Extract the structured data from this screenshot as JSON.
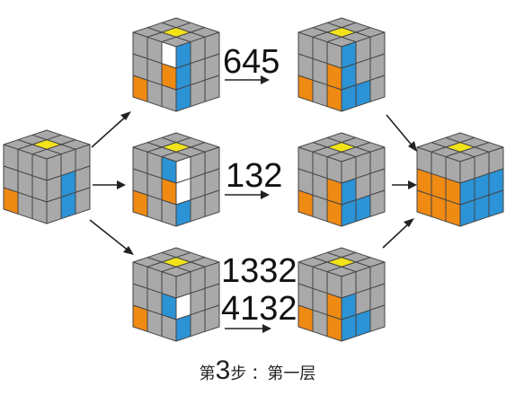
{
  "colors": {
    "gray": "#a9a9a9",
    "yellow": "#f2e21a",
    "orange": "#ef8a13",
    "blue": "#2b93d6",
    "white": "#ffffff",
    "edge": "#444444",
    "arrow": "#222222"
  },
  "cubes": [
    {
      "id": "start",
      "top": [
        "gray",
        "gray",
        "gray",
        "gray",
        "yellow",
        "gray",
        "gray",
        "gray",
        "gray"
      ],
      "left": [
        "gray",
        "gray",
        "gray",
        "gray",
        "gray",
        "gray",
        "orange",
        "gray",
        "gray"
      ],
      "right": [
        "gray",
        "gray",
        "gray",
        "gray",
        "blue",
        "gray",
        "gray",
        "blue",
        "gray"
      ]
    },
    {
      "id": "case-1-before",
      "top": [
        "gray",
        "gray",
        "gray",
        "gray",
        "yellow",
        "gray",
        "gray",
        "gray",
        "gray"
      ],
      "left": [
        "gray",
        "gray",
        "white",
        "gray",
        "gray",
        "orange",
        "orange",
        "gray",
        "gray"
      ],
      "right": [
        "blue",
        "gray",
        "gray",
        "blue",
        "gray",
        "gray",
        "blue",
        "gray",
        "gray"
      ]
    },
    {
      "id": "case-1-after",
      "top": [
        "gray",
        "gray",
        "gray",
        "gray",
        "yellow",
        "gray",
        "gray",
        "gray",
        "gray"
      ],
      "left": [
        "gray",
        "gray",
        "gray",
        "gray",
        "gray",
        "orange",
        "orange",
        "gray",
        "orange"
      ],
      "right": [
        "blue",
        "gray",
        "gray",
        "blue",
        "gray",
        "gray",
        "blue",
        "blue",
        "gray"
      ]
    },
    {
      "id": "case-2-before",
      "top": [
        "gray",
        "gray",
        "gray",
        "gray",
        "yellow",
        "gray",
        "gray",
        "gray",
        "gray"
      ],
      "left": [
        "gray",
        "gray",
        "blue",
        "gray",
        "gray",
        "orange",
        "orange",
        "gray",
        "gray"
      ],
      "right": [
        "white",
        "gray",
        "gray",
        "white",
        "gray",
        "gray",
        "blue",
        "gray",
        "gray"
      ]
    },
    {
      "id": "case-2-after",
      "top": [
        "gray",
        "gray",
        "gray",
        "gray",
        "yellow",
        "gray",
        "gray",
        "gray",
        "gray"
      ],
      "left": [
        "gray",
        "gray",
        "gray",
        "gray",
        "gray",
        "orange",
        "orange",
        "gray",
        "orange"
      ],
      "right": [
        "gray",
        "gray",
        "gray",
        "blue",
        "gray",
        "gray",
        "blue",
        "blue",
        "gray"
      ]
    },
    {
      "id": "case-3-before",
      "top": [
        "gray",
        "gray",
        "gray",
        "gray",
        "yellow",
        "gray",
        "gray",
        "gray",
        "gray"
      ],
      "left": [
        "gray",
        "gray",
        "gray",
        "gray",
        "gray",
        "blue",
        "orange",
        "gray",
        "gray"
      ],
      "right": [
        "gray",
        "gray",
        "gray",
        "white",
        "gray",
        "gray",
        "blue",
        "gray",
        "gray"
      ]
    },
    {
      "id": "case-3-after",
      "top": [
        "gray",
        "gray",
        "gray",
        "gray",
        "yellow",
        "gray",
        "gray",
        "gray",
        "gray"
      ],
      "left": [
        "gray",
        "gray",
        "gray",
        "gray",
        "gray",
        "orange",
        "orange",
        "gray",
        "orange"
      ],
      "right": [
        "gray",
        "gray",
        "gray",
        "blue",
        "gray",
        "gray",
        "blue",
        "blue",
        "gray"
      ]
    },
    {
      "id": "result",
      "top": [
        "gray",
        "gray",
        "gray",
        "gray",
        "yellow",
        "gray",
        "gray",
        "gray",
        "gray"
      ],
      "left": [
        "gray",
        "gray",
        "gray",
        "orange",
        "orange",
        "orange",
        "orange",
        "orange",
        "orange"
      ],
      "right": [
        "gray",
        "gray",
        "gray",
        "blue",
        "blue",
        "blue",
        "blue",
        "blue",
        "blue"
      ]
    }
  ],
  "algorithms": {
    "case1": "645",
    "case2": "132",
    "case3_line1": "1332",
    "case3_line2": "4132"
  },
  "caption": {
    "prefix": "第",
    "step": "3",
    "suffix": "步 ：第一层"
  }
}
